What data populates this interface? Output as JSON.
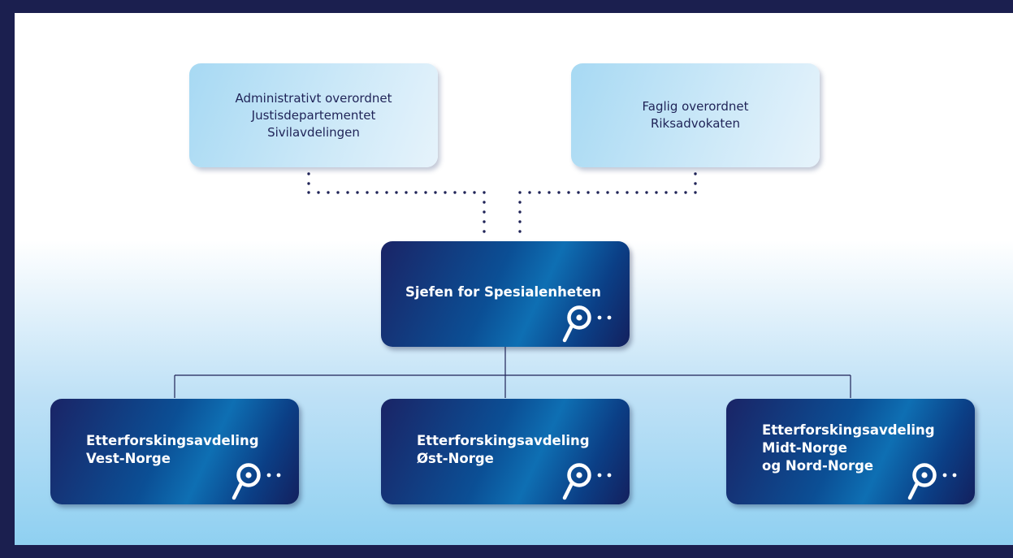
{
  "colors": {
    "frame": "#1b1f4f",
    "line": "#1f2357",
    "dark_box_start": "#1a2466",
    "dark_box_mid": "#0e6fb3",
    "light_box": "#cbe8f8",
    "background_bottom": "#8fd0f1"
  },
  "top_nodes": {
    "administrative": {
      "lines": [
        "Administrativt overordnet",
        "Justisdepartementet",
        "Sivilavdelingen"
      ]
    },
    "professional": {
      "lines": [
        "Faglig overordnet",
        "Riksadvokaten"
      ]
    }
  },
  "head_node": {
    "label": "Sjefen for Spesialenheten",
    "icon": "magnifier-dots-logo-icon"
  },
  "departments": [
    {
      "lines": [
        "Etterforskingsavdeling",
        "Vest-Norge"
      ],
      "icon": "magnifier-dots-logo-icon"
    },
    {
      "lines": [
        "Etterforskingsavdeling",
        "Øst-Norge"
      ],
      "icon": "magnifier-dots-logo-icon"
    },
    {
      "lines": [
        "Etterforskingsavdeling",
        "Midt-Norge",
        "og Nord-Norge"
      ],
      "icon": "magnifier-dots-logo-icon"
    }
  ]
}
